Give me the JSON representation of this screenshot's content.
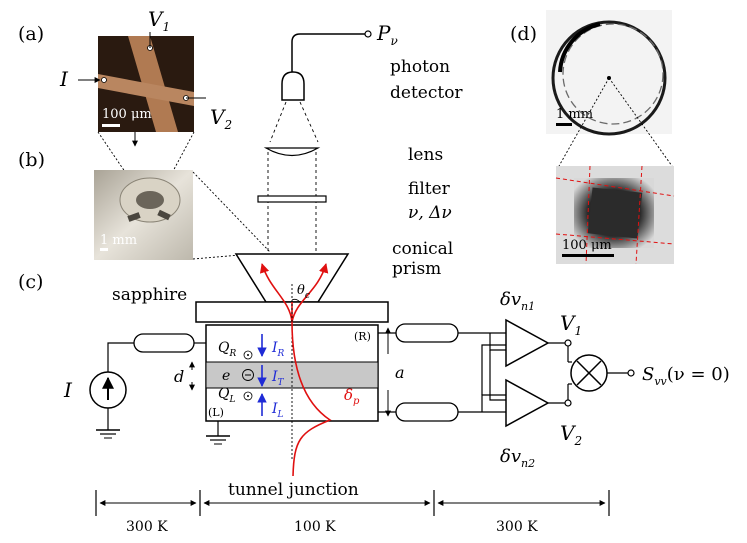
{
  "panels": {
    "a": "(a)",
    "b": "(b)",
    "c": "(c)",
    "d": "(d)"
  },
  "micrograph_a": {
    "V1": "V",
    "V1_sub": "1",
    "V2": "V",
    "V2_sub": "2",
    "I": "I",
    "scale": "100 μm"
  },
  "photo_b": {
    "scale": "1 mm"
  },
  "detector": {
    "P": "P",
    "P_sub": "ν",
    "line1": "photon",
    "line2": "detector"
  },
  "optics": {
    "lens": "lens",
    "filter": "filter",
    "filter_params": "ν, Δν",
    "prism1": "conical",
    "prism2": "prism",
    "theta": "θ",
    "theta_sub": "c"
  },
  "sample": {
    "sapphire": "sapphire",
    "QR": "Q",
    "QR_sub": "R",
    "IR": "I",
    "IR_sub": "R",
    "e": "e",
    "IT": "I",
    "IT_sub": "T",
    "QL": "Q",
    "QL_sub": "L",
    "IL": "I",
    "IL_sub": "L",
    "d": "d",
    "R_label": "(R)",
    "L_label": "(L)",
    "delta_p": "δ",
    "delta_p_sub": "p",
    "tunnel_junction": "tunnel junction",
    "a": "a"
  },
  "source": {
    "I": "I"
  },
  "amps": {
    "n1": "δv",
    "n1_sub": "n1",
    "n2": "δv",
    "n2_sub": "n2",
    "V1": "V",
    "V1_sub": "1",
    "V2": "V",
    "V2_sub": "2",
    "S": "S",
    "S_sub": "vv",
    "S_arg": "(ν = 0)"
  },
  "temperatures": {
    "left": "300 K",
    "middle": "100 K",
    "right": "300 K"
  },
  "image_d": {
    "scale_top": "1 mm",
    "scale_bottom": "100 μm"
  }
}
